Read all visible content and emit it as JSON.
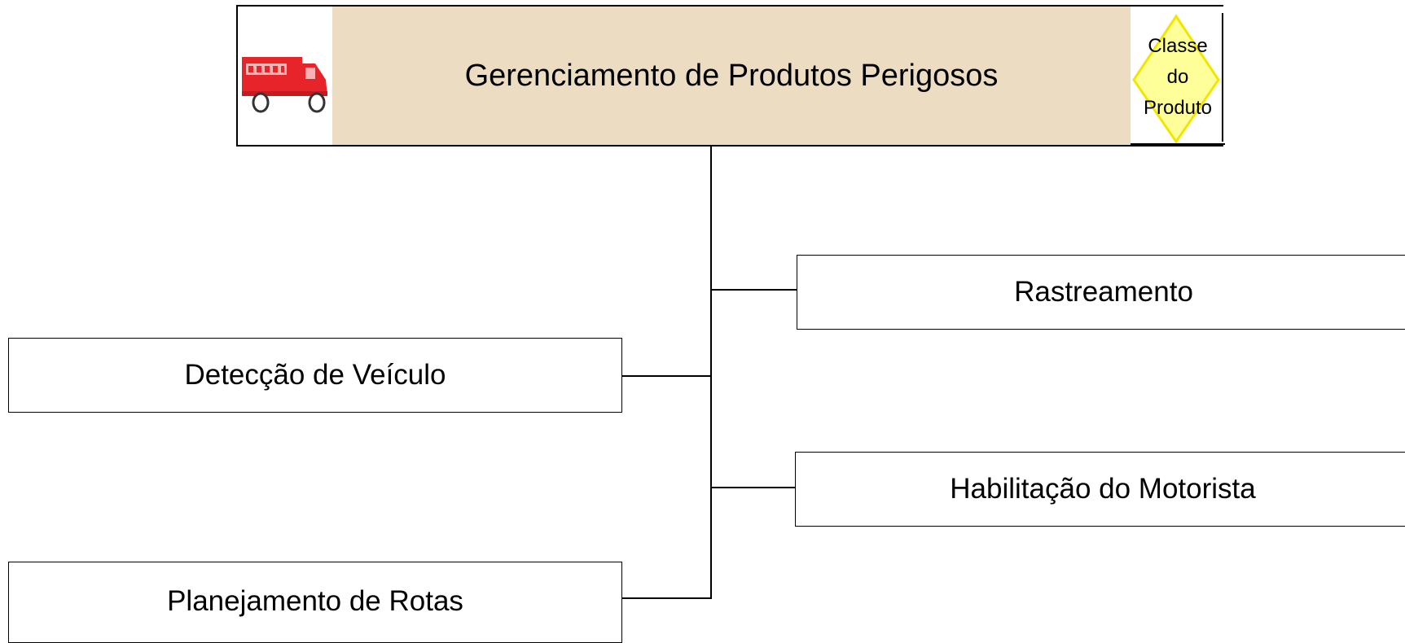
{
  "header": {
    "title": "Gerenciamento de Produtos Perigosos",
    "truck_icon": "fire-truck-icon",
    "class_badge": {
      "line1": "Classe",
      "line2": "do",
      "line3": "Produto",
      "color": "#ffff99",
      "border_color": "#f2e600"
    }
  },
  "nodes": {
    "rastreamento": "Rastreamento",
    "deteccao": "Detecção de Veículo",
    "habilitacao": "Habilitação do Motorista",
    "planejamento": "Planejamento de Rotas"
  },
  "colors": {
    "header_bg": "#ebdcc2",
    "truck_red": "#e8242b"
  }
}
